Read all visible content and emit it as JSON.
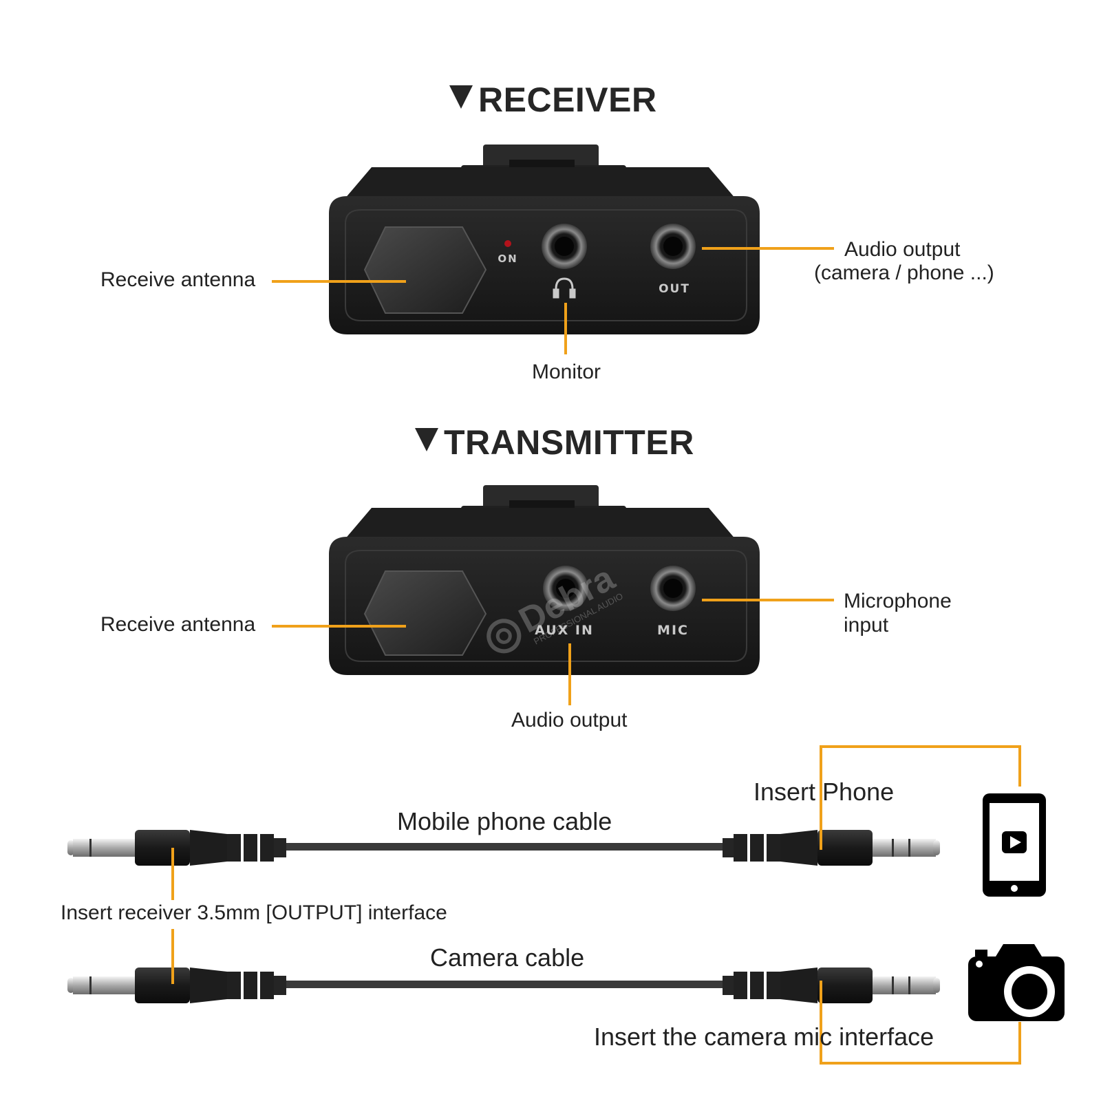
{
  "accent_color": "#f0a11a",
  "receiver": {
    "title": "RECEIVER",
    "panel_labels": {
      "on": "ON",
      "out": "OUT"
    },
    "callouts": {
      "antenna": "Receive antenna",
      "monitor": "Monitor",
      "audio_output_line1": "Audio output",
      "audio_output_line2": "(camera / phone ...)"
    },
    "icons": [
      "headphones-icon",
      "power-led"
    ]
  },
  "transmitter": {
    "title": "TRANSMITTER",
    "panel_labels": {
      "aux_in": "AUX IN",
      "mic": "MIC"
    },
    "callouts": {
      "antenna": "Receive antenna",
      "audio_output": "Audio output",
      "microphone_line1": "Microphone",
      "microphone_line2": "input"
    },
    "watermark": "Debra",
    "watermark_sub": "PROFESSIONAL AUDIO"
  },
  "cables": {
    "mobile_cable_label": "Mobile phone cable",
    "insert_phone_label": "Insert Phone",
    "receiver_interface_label": "Insert receiver 3.5mm [OUTPUT] interface",
    "camera_cable_label": "Camera cable",
    "camera_interface_label": "Insert the camera mic interface",
    "icons": [
      "smartphone-play-icon",
      "camera-icon"
    ]
  }
}
